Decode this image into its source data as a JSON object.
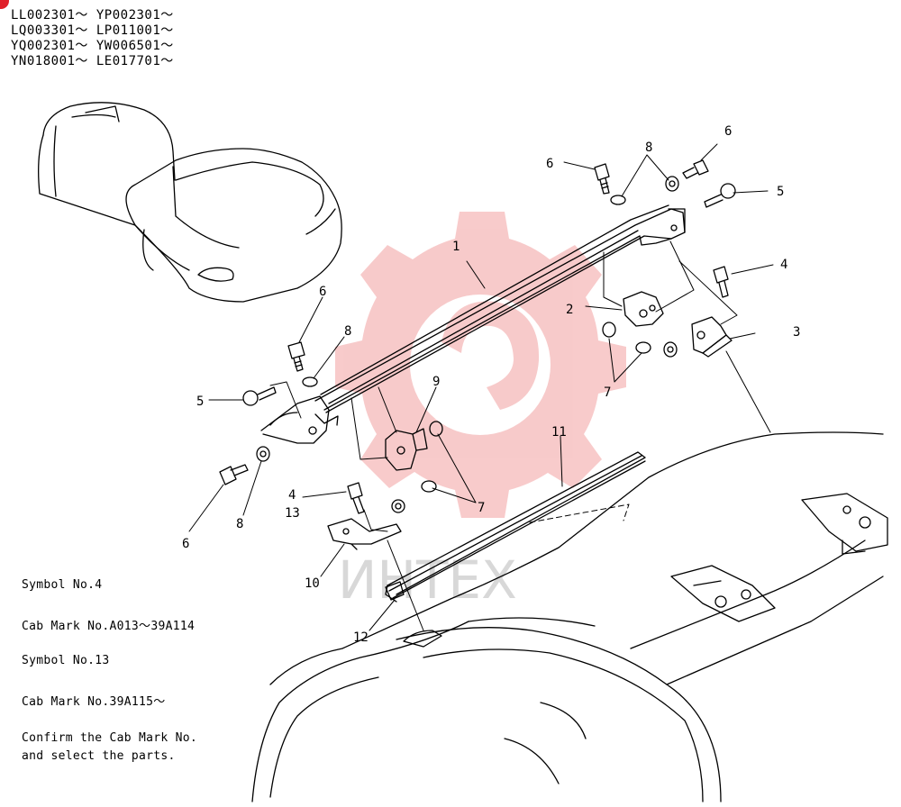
{
  "serial_ranges": [
    "LL002301～ YP002301～",
    "LQ003301～ LP011001～",
    "YQ002301～ YW006501～",
    "YN018001～ LE017701～"
  ],
  "notes": {
    "symbol4": "Symbol No.4",
    "cab_mark_a": "Cab Mark No.A013～39A114",
    "symbol13": "Symbol No.13",
    "cab_mark_b": "Cab Mark No.39A115～",
    "confirm_line1": "Confirm the Cab Mark No.",
    "confirm_line2": "and select the parts."
  },
  "callouts": {
    "c1": "1",
    "c2": "2",
    "c3": "3",
    "c4_top": "4",
    "c4_left": "4",
    "c5_top": "5",
    "c5_left": "5",
    "c6_a": "6",
    "c6_b": "6",
    "c6_c": "6",
    "c6_d": "6",
    "c7_right": "7",
    "c7_left": "7",
    "c8_top": "8",
    "c8_mid": "8",
    "c8_low": "8",
    "c9": "9",
    "c10": "10",
    "c11": "11",
    "c12": "12",
    "c13": "13"
  },
  "watermark": {
    "text": "ИНТЕХ",
    "color": "#f2a0a0"
  },
  "colors": {
    "line": "#000000",
    "marker": "#e0202a"
  }
}
